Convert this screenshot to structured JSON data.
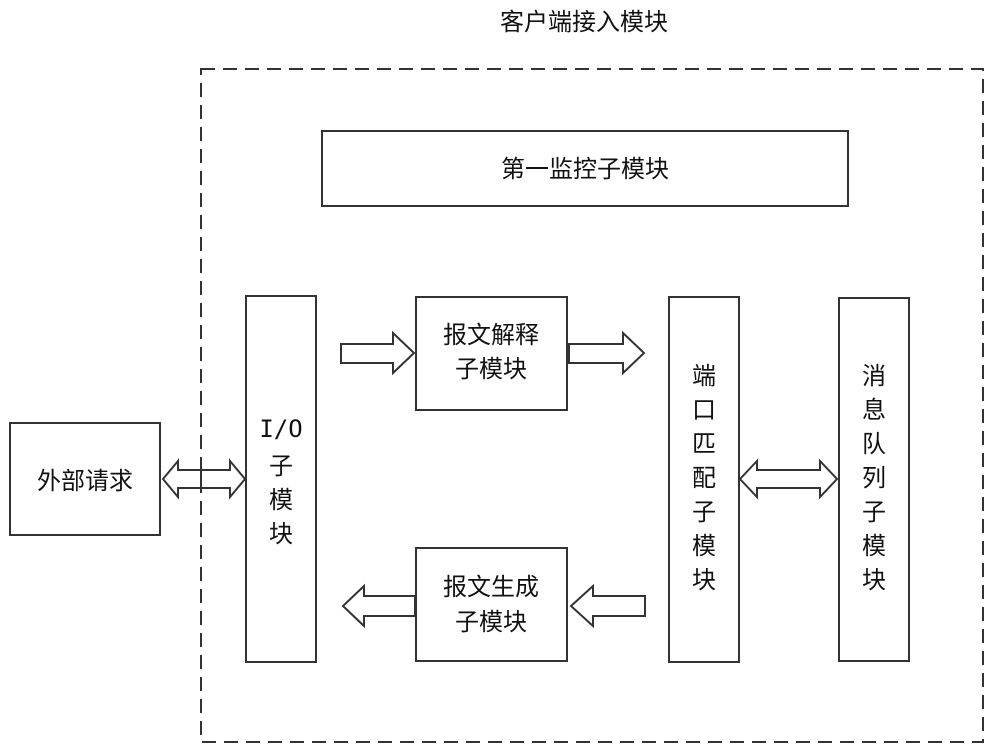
{
  "diagram": {
    "container_title": "客户端接入模块",
    "external_request": "外部请求",
    "first_monitor": "第一监控子模块",
    "io_module": [
      "I/O",
      "子",
      "模",
      "块"
    ],
    "message_parse": [
      "报文解释",
      "子模块"
    ],
    "message_generate": [
      "报文生成",
      "子模块"
    ],
    "port_match": [
      "端",
      "口",
      "匹",
      "配",
      "子",
      "模",
      "块"
    ],
    "message_queue": [
      "消",
      "息",
      "队",
      "列",
      "子",
      "模",
      "块"
    ]
  }
}
